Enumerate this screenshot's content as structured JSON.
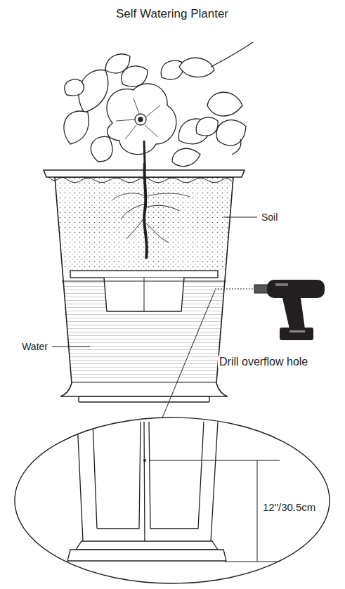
{
  "diagram": {
    "title": "Self Watering Planter",
    "labels": [
      "Soil",
      "Water",
      "Drill overflow hole",
      "12\"/30.5cm"
    ]
  }
}
